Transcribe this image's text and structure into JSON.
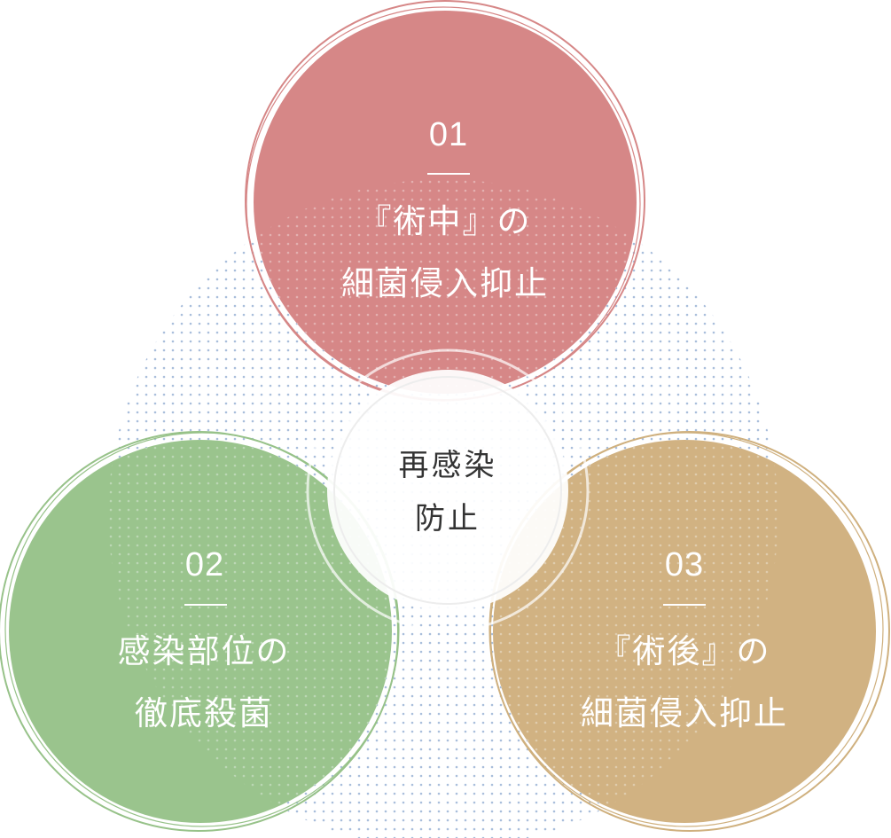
{
  "diagram": {
    "colors": {
      "pink": "#d68787",
      "green": "#97c289",
      "tan": "#cfb07e",
      "dots": "#a9bedb",
      "center_text": "#333333",
      "circle_text": "#ffffff"
    },
    "center": {
      "line1": "再感染",
      "line2": "防止"
    },
    "items": [
      {
        "number": "01",
        "line1": "『術中』の",
        "line2": "細菌侵入抑止"
      },
      {
        "number": "02",
        "line1": "感染部位の",
        "line2": "徹底殺菌"
      },
      {
        "number": "03",
        "line1": "『術後』の",
        "line2": "細菌侵入抑止"
      }
    ]
  }
}
